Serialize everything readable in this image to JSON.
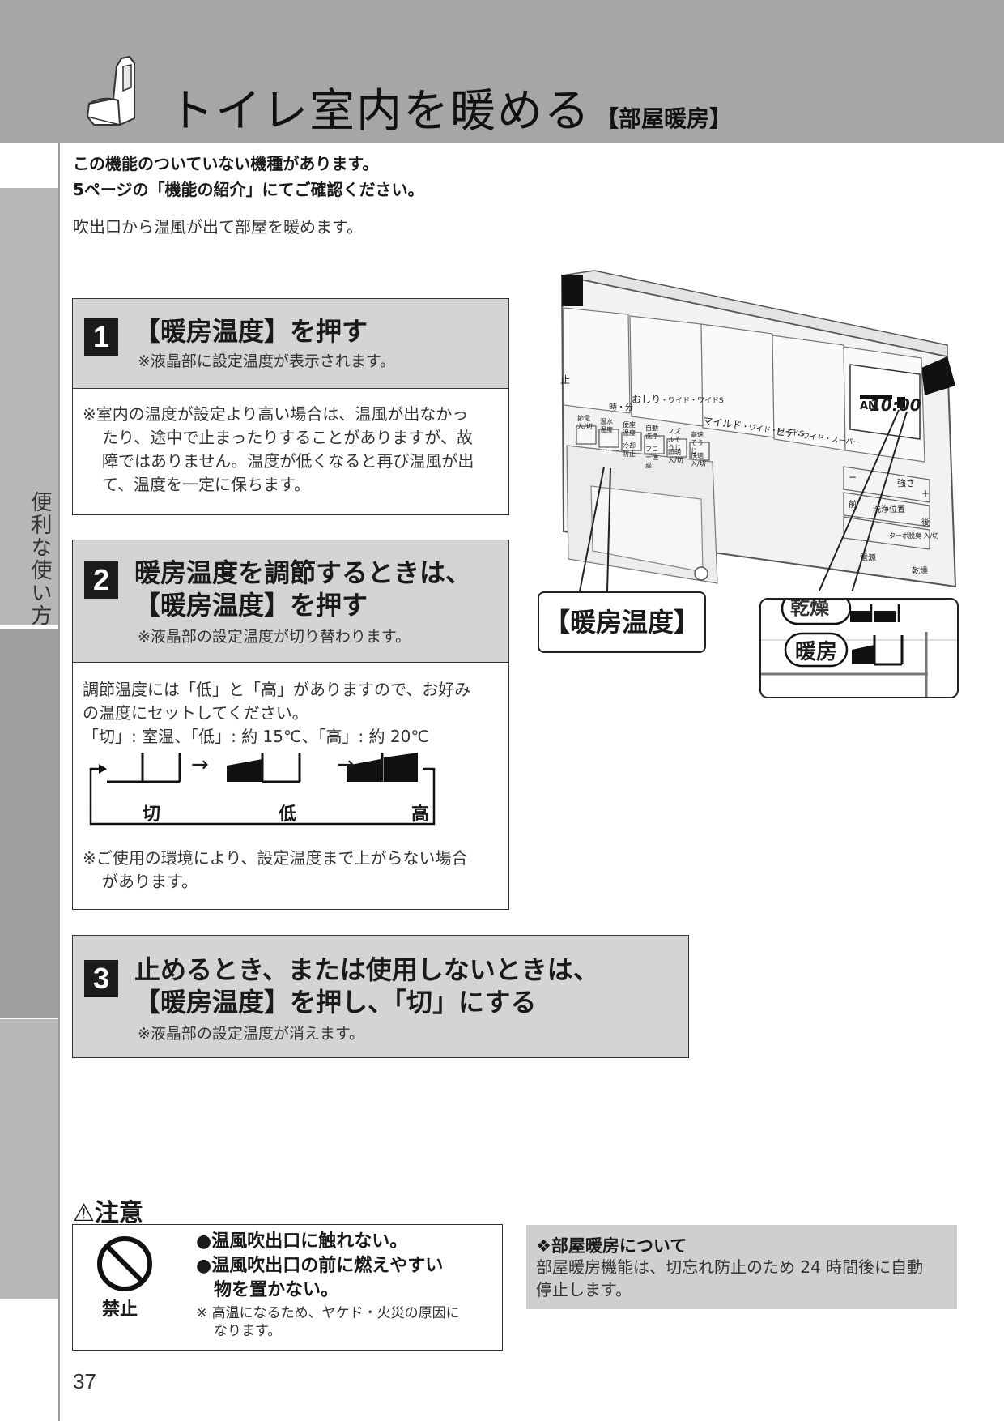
{
  "header": {
    "title": "トイレ室内を暖める",
    "subtitle": "【部屋暖房】"
  },
  "sidebar": {
    "tab_label": "便利な使い方"
  },
  "notice": {
    "line1": "この機能のついていない機種があります。",
    "line2": "5ページの「機能の紹介」にてご確認ください。"
  },
  "intro": "吹出口から温風が出て部屋を暖めます。",
  "steps": [
    {
      "num": "1",
      "title": "【暖房温度】を押す",
      "sub": "※液晶部に設定温度が表示されます。",
      "note": [
        "※室内の温度が設定より高い場合は、温風が出なかっ",
        "たり、途中で止まったりすることがありますが、故",
        "障ではありません。温度が低くなると再び温風が出",
        "て、温度を一定に保ちます。"
      ]
    },
    {
      "num": "2",
      "title_line1": "暖房温度を調節するときは、",
      "title_line2": "【暖房温度】を押す",
      "sub": "※液晶部の設定温度が切り替わります。",
      "body": [
        "調節温度には「低」と「高」がありますので、お好み",
        "の温度にセットしてください。",
        "「切」: 室温、「低」: 約 15℃、「高」: 約 20℃"
      ],
      "levels": [
        "切",
        "低",
        "高"
      ],
      "arrow": "→",
      "note": [
        "※ご使用の環境により、設定温度まで上がらない場合",
        "があります。"
      ]
    },
    {
      "num": "3",
      "title_line1": "止めるとき、または使用しないときは、",
      "title_line2": "【暖房温度】を押し、「切」にする",
      "sub": "※液晶部の設定温度が消えます。"
    }
  ],
  "remote": {
    "callout": "【暖房温度】",
    "lcd_time": "10:00",
    "lcd_am": "AM",
    "zoom_top": "乾燥",
    "zoom_label": "暖房",
    "labels": {
      "stop": "止",
      "oshiri": "おしり",
      "wide": "・ワイド・ワイドS",
      "mild": "マイルド",
      "bidet": "ビデ",
      "bidet_wide": "・ワイド・スーパー",
      "timer": "時・分",
      "room_heat": "暖房温度",
      "power": "電源",
      "dry": "乾燥",
      "turbo": "ターボ脱臭 入/切",
      "nozzle_pos": "洗浄位置",
      "strength": "強さ",
      "front": "前",
      "back": "後",
      "minus": "−",
      "plus": "+",
      "btn_setsuden": "節電入/切",
      "btn_water": "温水温度",
      "btn_seat": "便座温度",
      "btn_auto": "自動洗浄",
      "btn_nozzle": "ノズルそうじ",
      "btn_kotei": "高速そうじ",
      "btn_cool": "冷却防止",
      "btn_flow": "フロー便座",
      "btn_light": "照明入/切",
      "btn_comfort": "快適入/切"
    }
  },
  "caution": {
    "title": "注意",
    "prohibited": "禁止",
    "items": [
      "●温風吹出口に触れない。",
      "●温風吹出口の前に燃えやすい",
      "物を置かない。"
    ],
    "note1": "※ 高温になるため、ヤケド・火災の原因に",
    "note2": "なります。"
  },
  "about": {
    "title": "❖部屋暖房について",
    "line1": "部屋暖房機能は、切忘れ防止のため 24 時間後に自動",
    "line2": "停止します。"
  },
  "page_number": "37",
  "colors": {
    "header_bg": "#a6a6a6",
    "step_head_bg": "#d4d4d4",
    "about_bg": "#cfcfcf"
  }
}
